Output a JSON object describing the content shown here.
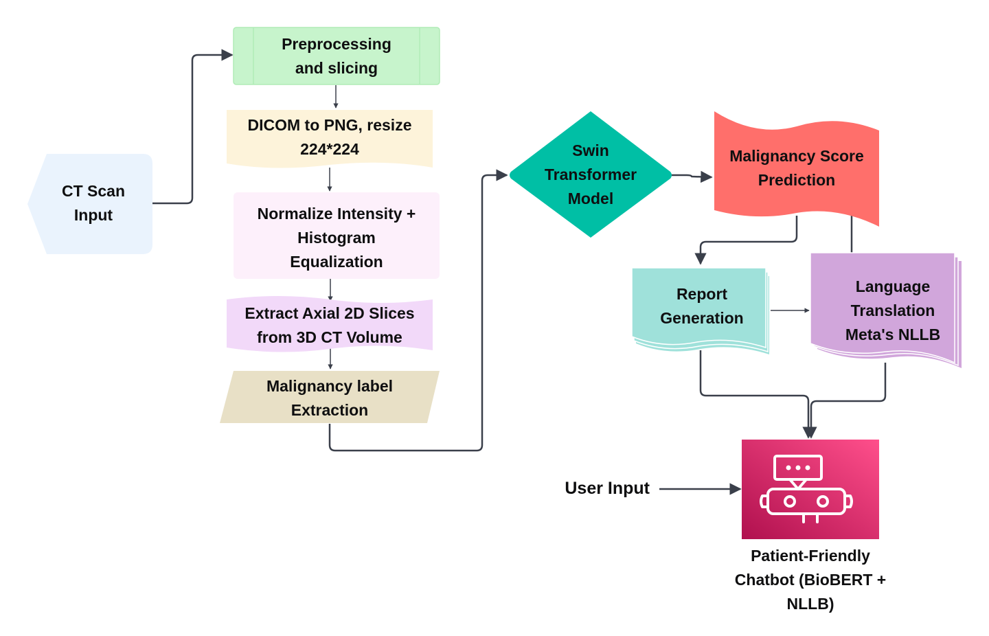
{
  "nodes": {
    "ct_scan": {
      "lines": [
        "CT Scan",
        "Input"
      ],
      "color": "#eaf3fd"
    },
    "preprocessing": {
      "lines": [
        "Preprocessing",
        "and slicing"
      ],
      "color": "#c7f4cc"
    },
    "dicom": {
      "lines": [
        "DICOM to PNG, resize",
        "224*224"
      ],
      "color": "#fdf3da"
    },
    "normalize": {
      "lines": [
        "Normalize Intensity +",
        "Histogram",
        "Equalization"
      ],
      "color": "#fdf0fb"
    },
    "extract": {
      "lines": [
        "Extract Axial 2D Slices",
        "from 3D CT Volume"
      ],
      "color": "#f2d9f9"
    },
    "label": {
      "lines": [
        "Malignancy label",
        "Extraction"
      ],
      "color": "#e8e0c6"
    },
    "swin": {
      "lines": [
        "Swin",
        "Transformer",
        "Model"
      ],
      "color": "#00bfa5"
    },
    "malignancy": {
      "lines": [
        "Malignancy Score",
        "Prediction"
      ],
      "color": "#ff6f6b"
    },
    "report": {
      "lines": [
        "Report",
        "Generation"
      ],
      "color": "#9fe1da"
    },
    "translation": {
      "lines": [
        "Language",
        "Translation",
        "Meta's NLLB"
      ],
      "color": "#d1a6db"
    },
    "user_input": {
      "lines": [
        "User Input"
      ]
    },
    "chatbot": {
      "lines": [
        "Patient-Friendly",
        "Chatbot (BioBERT +",
        "NLLB)"
      ],
      "gradient": [
        "#b0104e",
        "#ff4f8b"
      ],
      "icon": "robot-chat-icon"
    }
  },
  "connector_color": "#3a3f4a"
}
